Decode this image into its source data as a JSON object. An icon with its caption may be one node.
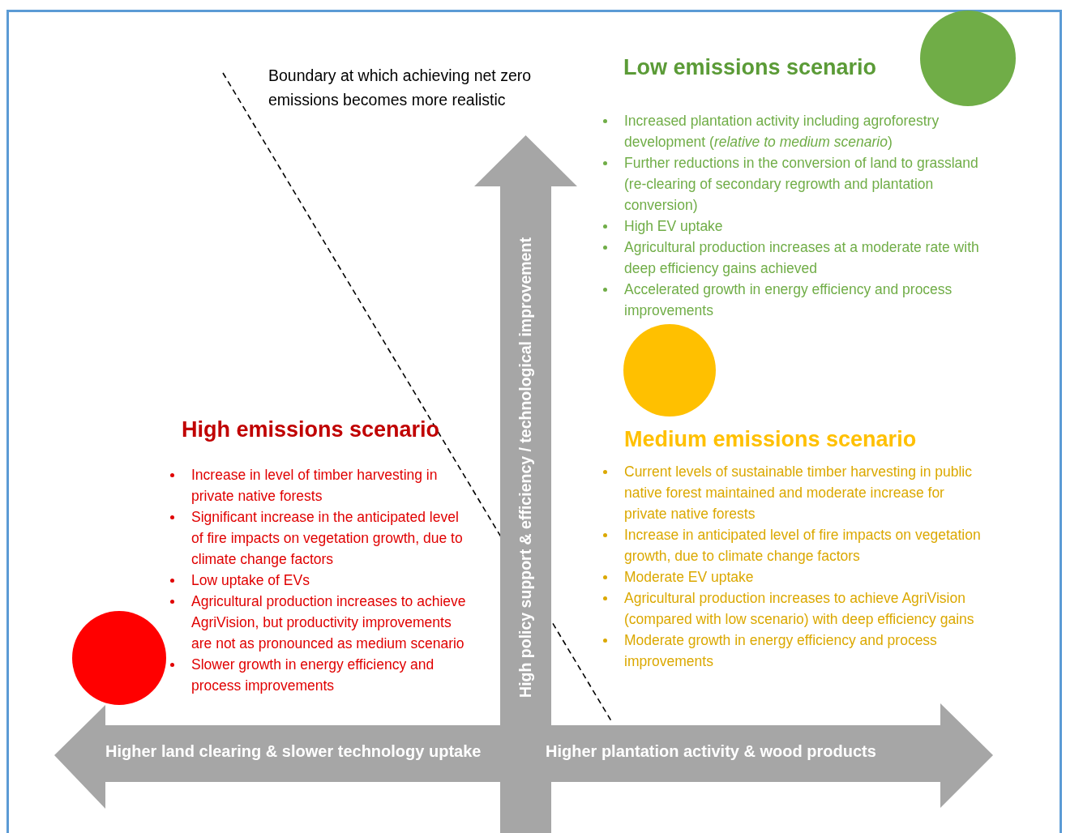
{
  "diagram": {
    "nodes": [
      {
        "text": [
          "High policy support & efficiency / technological improvement"
        ]
      },
      {
        "text": [
          "Higher land clearing & slower technology uptake",
          "Higher plantation activity & wood products"
        ]
      },
      {
        "text": [],
        "shape": "circle"
      },
      {
        "text": [],
        "shape": "circle"
      },
      {
        "text": [],
        "shape": "circle"
      }
    ],
    "labels": [
      "Boundary at which achieving net zero emissions becomes more realistic",
      "Low emissions scenario",
      "Increased plantation activity including agroforestry development (*relative to medium scenario*)",
      "Further reductions in the conversion of land to grassland (re-clearing of secondary regrowth and plantation conversion)",
      "High EV uptake",
      "Agricultural production increases at a moderate rate with deep efficiency gains achieved",
      "Accelerated growth in energy efficiency and process improvements",
      "High emissions scenario",
      "Increase in level of timber harvesting in private native forests",
      "Significant increase in the anticipated level of fire impacts on vegetation growth, due to climate change factors",
      "Low uptake of EVs",
      "Agricultural production increases to achieve AgriVision, but productivity improvements are not as pronounced as medium scenario",
      "Slower growth in energy efficiency and process improvements",
      "Medium emissions scenario",
      "Current levels of sustainable timber harvesting in public native forest maintained and moderate increase for private native forests",
      "Increase in anticipated level of fire impacts on vegetation growth, due to climate change factors",
      "Moderate EV uptake",
      "Agricultural production increases to achieve AgriVision (compared with low scenario) with deep efficiency gains",
      "Moderate growth in energy efficiency and process improvements"
    ]
  }
}
